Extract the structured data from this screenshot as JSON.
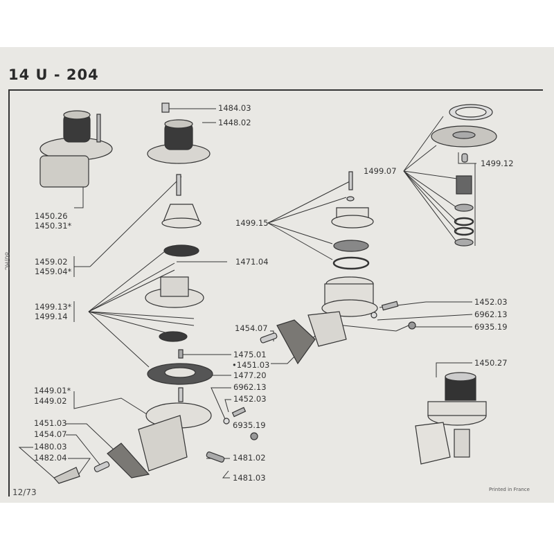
{
  "page": {
    "title": "14 U - 204",
    "page_number": "12/73",
    "printed": "Printed in France",
    "side_text": "80/RC"
  },
  "labels": {
    "l1484_03": "1484.03",
    "l1448_02": "1448.02",
    "l1450_26": "1450.26",
    "l1450_31": "1450.31*",
    "l1459_02": "1459.02",
    "l1459_04": "1459.04*",
    "l1471_04": "1471.04",
    "l1499_13": "1499.13*",
    "l1499_14": "1499.14",
    "l1475_01": "1475.01",
    "l1451_03a": "•1451.03",
    "l1477_20": "1477.20",
    "l1449_01": "1449.01*",
    "l1449_02": "1449.02",
    "l6962_13a": "6962.13",
    "l1452_03a": "1452.03",
    "l6935_19a": "6935.19",
    "l1451_03b": "1451.03",
    "l1454_07a": "1454.07",
    "l1480_03": "1480.03",
    "l1482_04": "1482.04",
    "l1481_02": "1481.02",
    "l1481_03": "1481.03",
    "l1499_07": "1499.07",
    "l1499_12": "1499.12",
    "l1499_15": "1499.15",
    "l1452_03b": "1452.03",
    "l6962_13b": "6962.13",
    "l6935_19b": "6935.19",
    "l1454_07b": "1454.07",
    "l1450_27": "1450.27"
  }
}
